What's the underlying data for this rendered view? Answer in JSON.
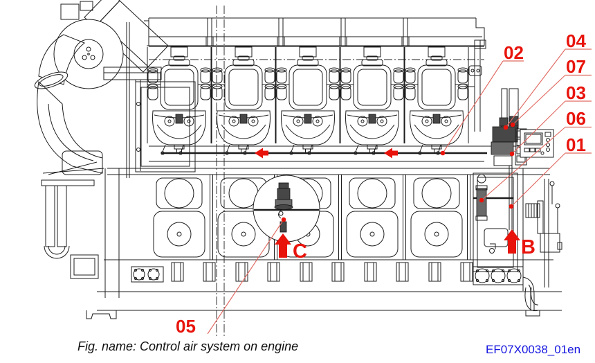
{
  "figure": {
    "caption": "Fig. name: Control air system on engine",
    "doc_code": "EF07X0038_01en"
  },
  "callouts": {
    "c02": "02",
    "c04": "04",
    "c07": "07",
    "c03": "03",
    "c06": "06",
    "c01": "01",
    "c05": "05"
  },
  "markers": {
    "b": "B",
    "c": "C"
  },
  "colors": {
    "annotation_red": "#e8140c",
    "leader_red": "#e06a62",
    "doc_blue": "#1616e0",
    "line_black": "#1c1c1c"
  }
}
